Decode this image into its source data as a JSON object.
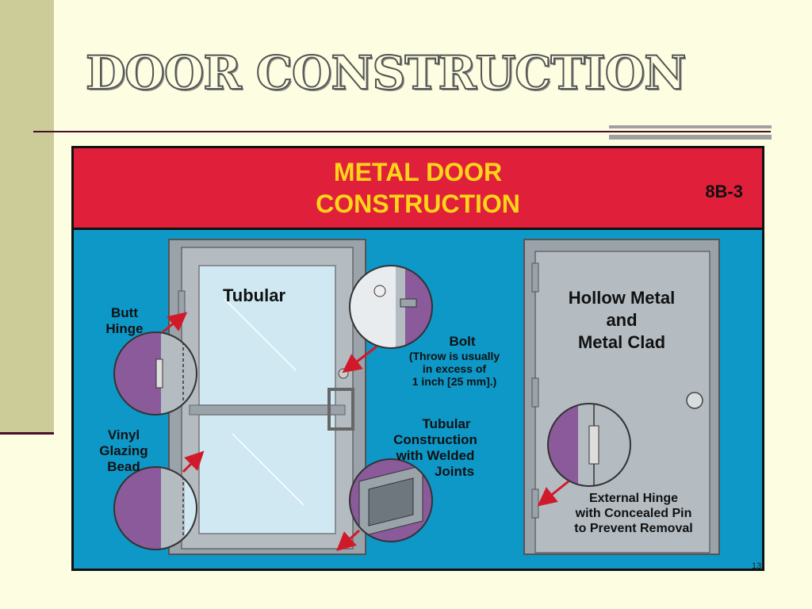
{
  "slide": {
    "title": "DOOR CONSTRUCTION",
    "page_number": "13"
  },
  "figure": {
    "title_line1": "METAL DOOR",
    "title_line2": "CONSTRUCTION",
    "code": "8B-3",
    "tubular_label": "Tubular",
    "hollow_label_line1": "Hollow Metal",
    "hollow_label_line2": "and",
    "hollow_label_line3": "Metal Clad",
    "butt_hinge_line1": "Butt",
    "butt_hinge_line2": "Hinge",
    "vinyl_line1": "Vinyl",
    "vinyl_line2": "Glazing",
    "vinyl_line3": "Bead",
    "bolt_line1": "Bolt",
    "bolt_line2": "(Throw is usually",
    "bolt_line3": "in excess of",
    "bolt_line4": "1 inch [25 mm].)",
    "tubular_constr_line1": "Tubular",
    "tubular_constr_line2": "Construction",
    "tubular_constr_line3": "with Welded",
    "tubular_constr_line4": "Joints",
    "external_hinge_line1": "External Hinge",
    "external_hinge_line2": "with Concealed Pin",
    "external_hinge_line3": "to Prevent Removal"
  },
  "colors": {
    "header_red": "#e0203a",
    "title_yellow": "#ffd51a",
    "background_blue": "#0d98c8",
    "door_gray": "#b4bcc2",
    "glass_blue": "#cfe8f2",
    "detail_purple": "#8a5a9a",
    "arrow_red": "#d01a2a"
  }
}
